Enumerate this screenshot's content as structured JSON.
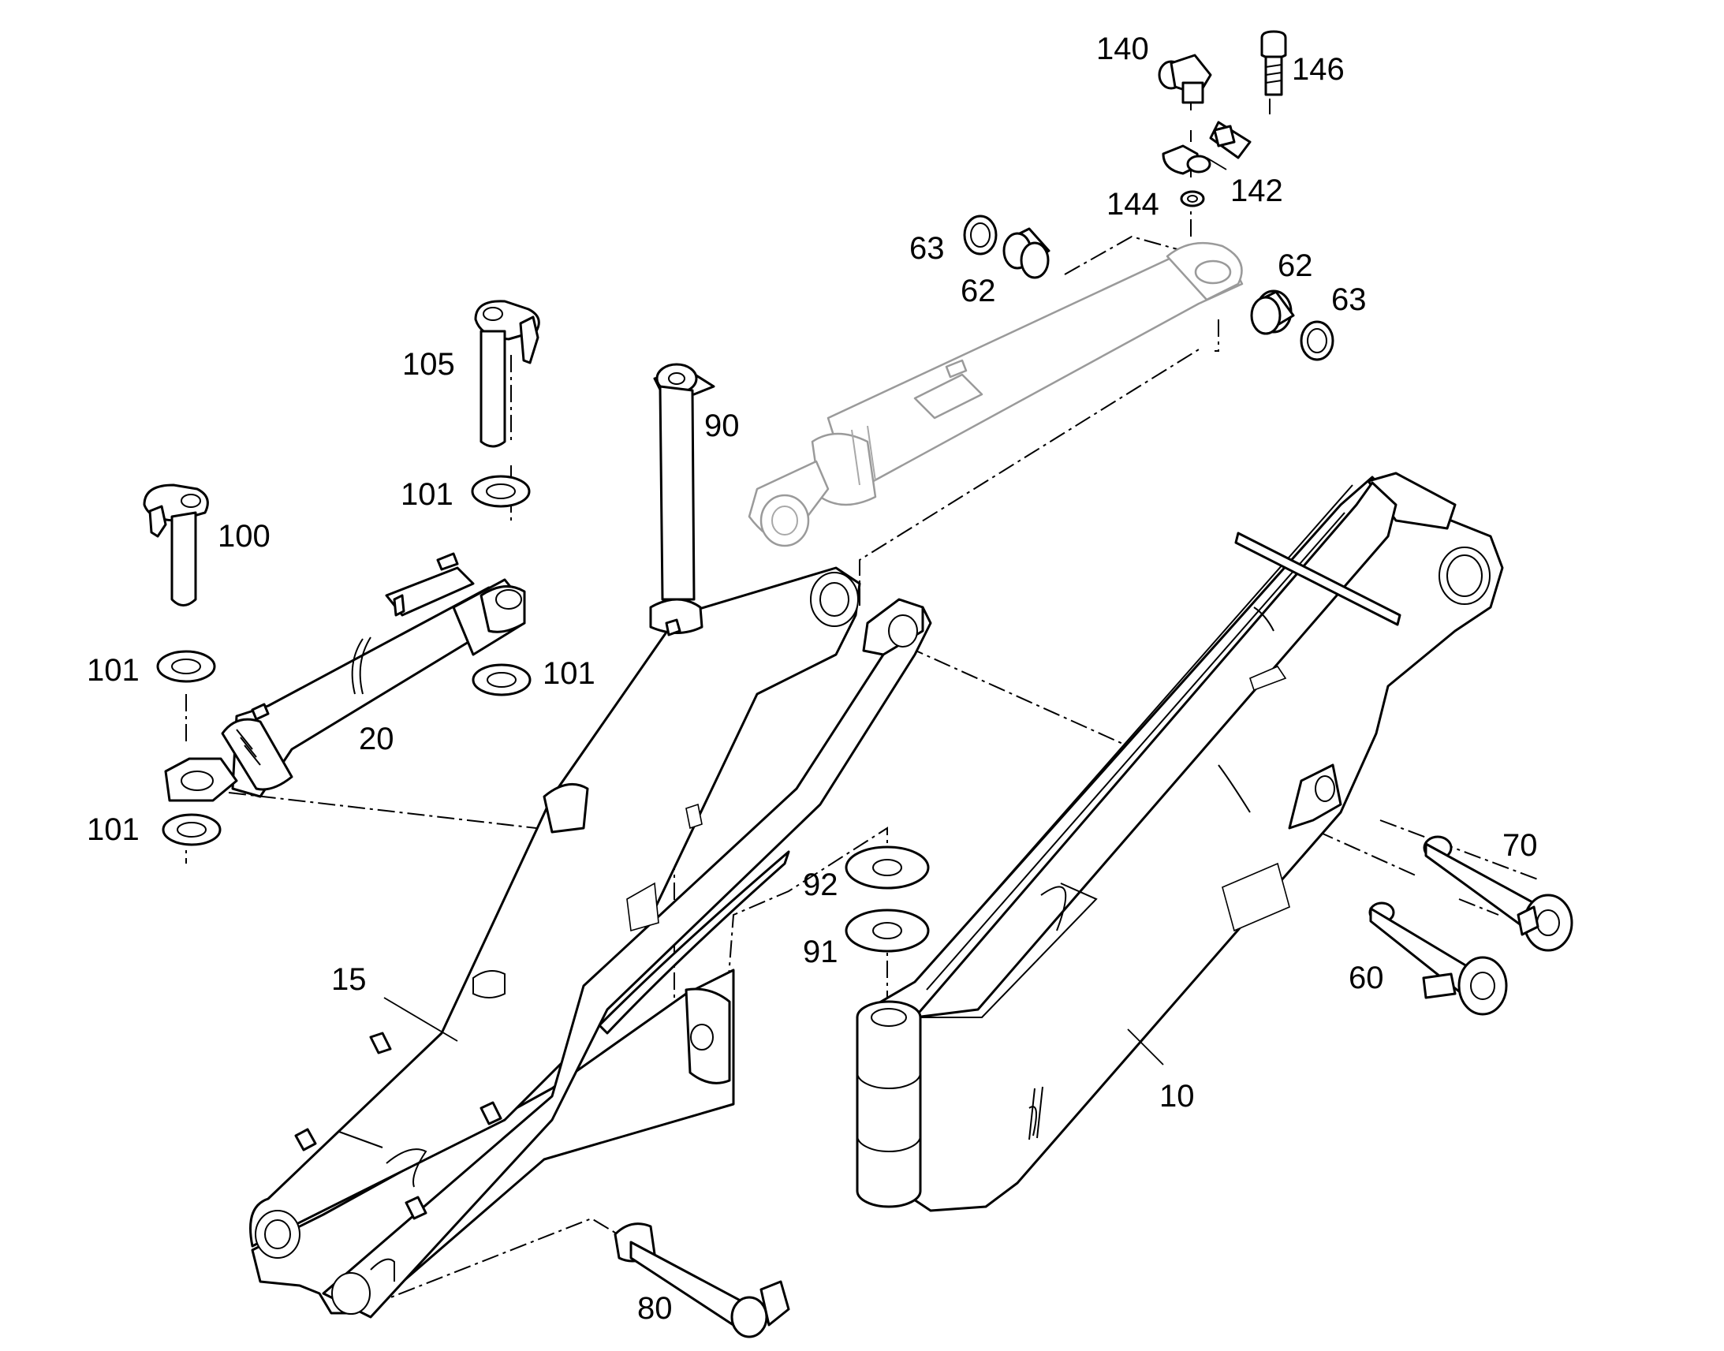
{
  "callouts": {
    "c10": "10",
    "c15": "15",
    "c20": "20",
    "c60": "60",
    "c62a": "62",
    "c62b": "62",
    "c63a": "63",
    "c63b": "63",
    "c70": "70",
    "c80": "80",
    "c90": "90",
    "c91": "91",
    "c92": "92",
    "c100": "100",
    "c101a": "101",
    "c101b": "101",
    "c101c": "101",
    "c101d": "101",
    "c105": "105",
    "c140": "140",
    "c142": "142",
    "c144": "144",
    "c146": "146"
  }
}
